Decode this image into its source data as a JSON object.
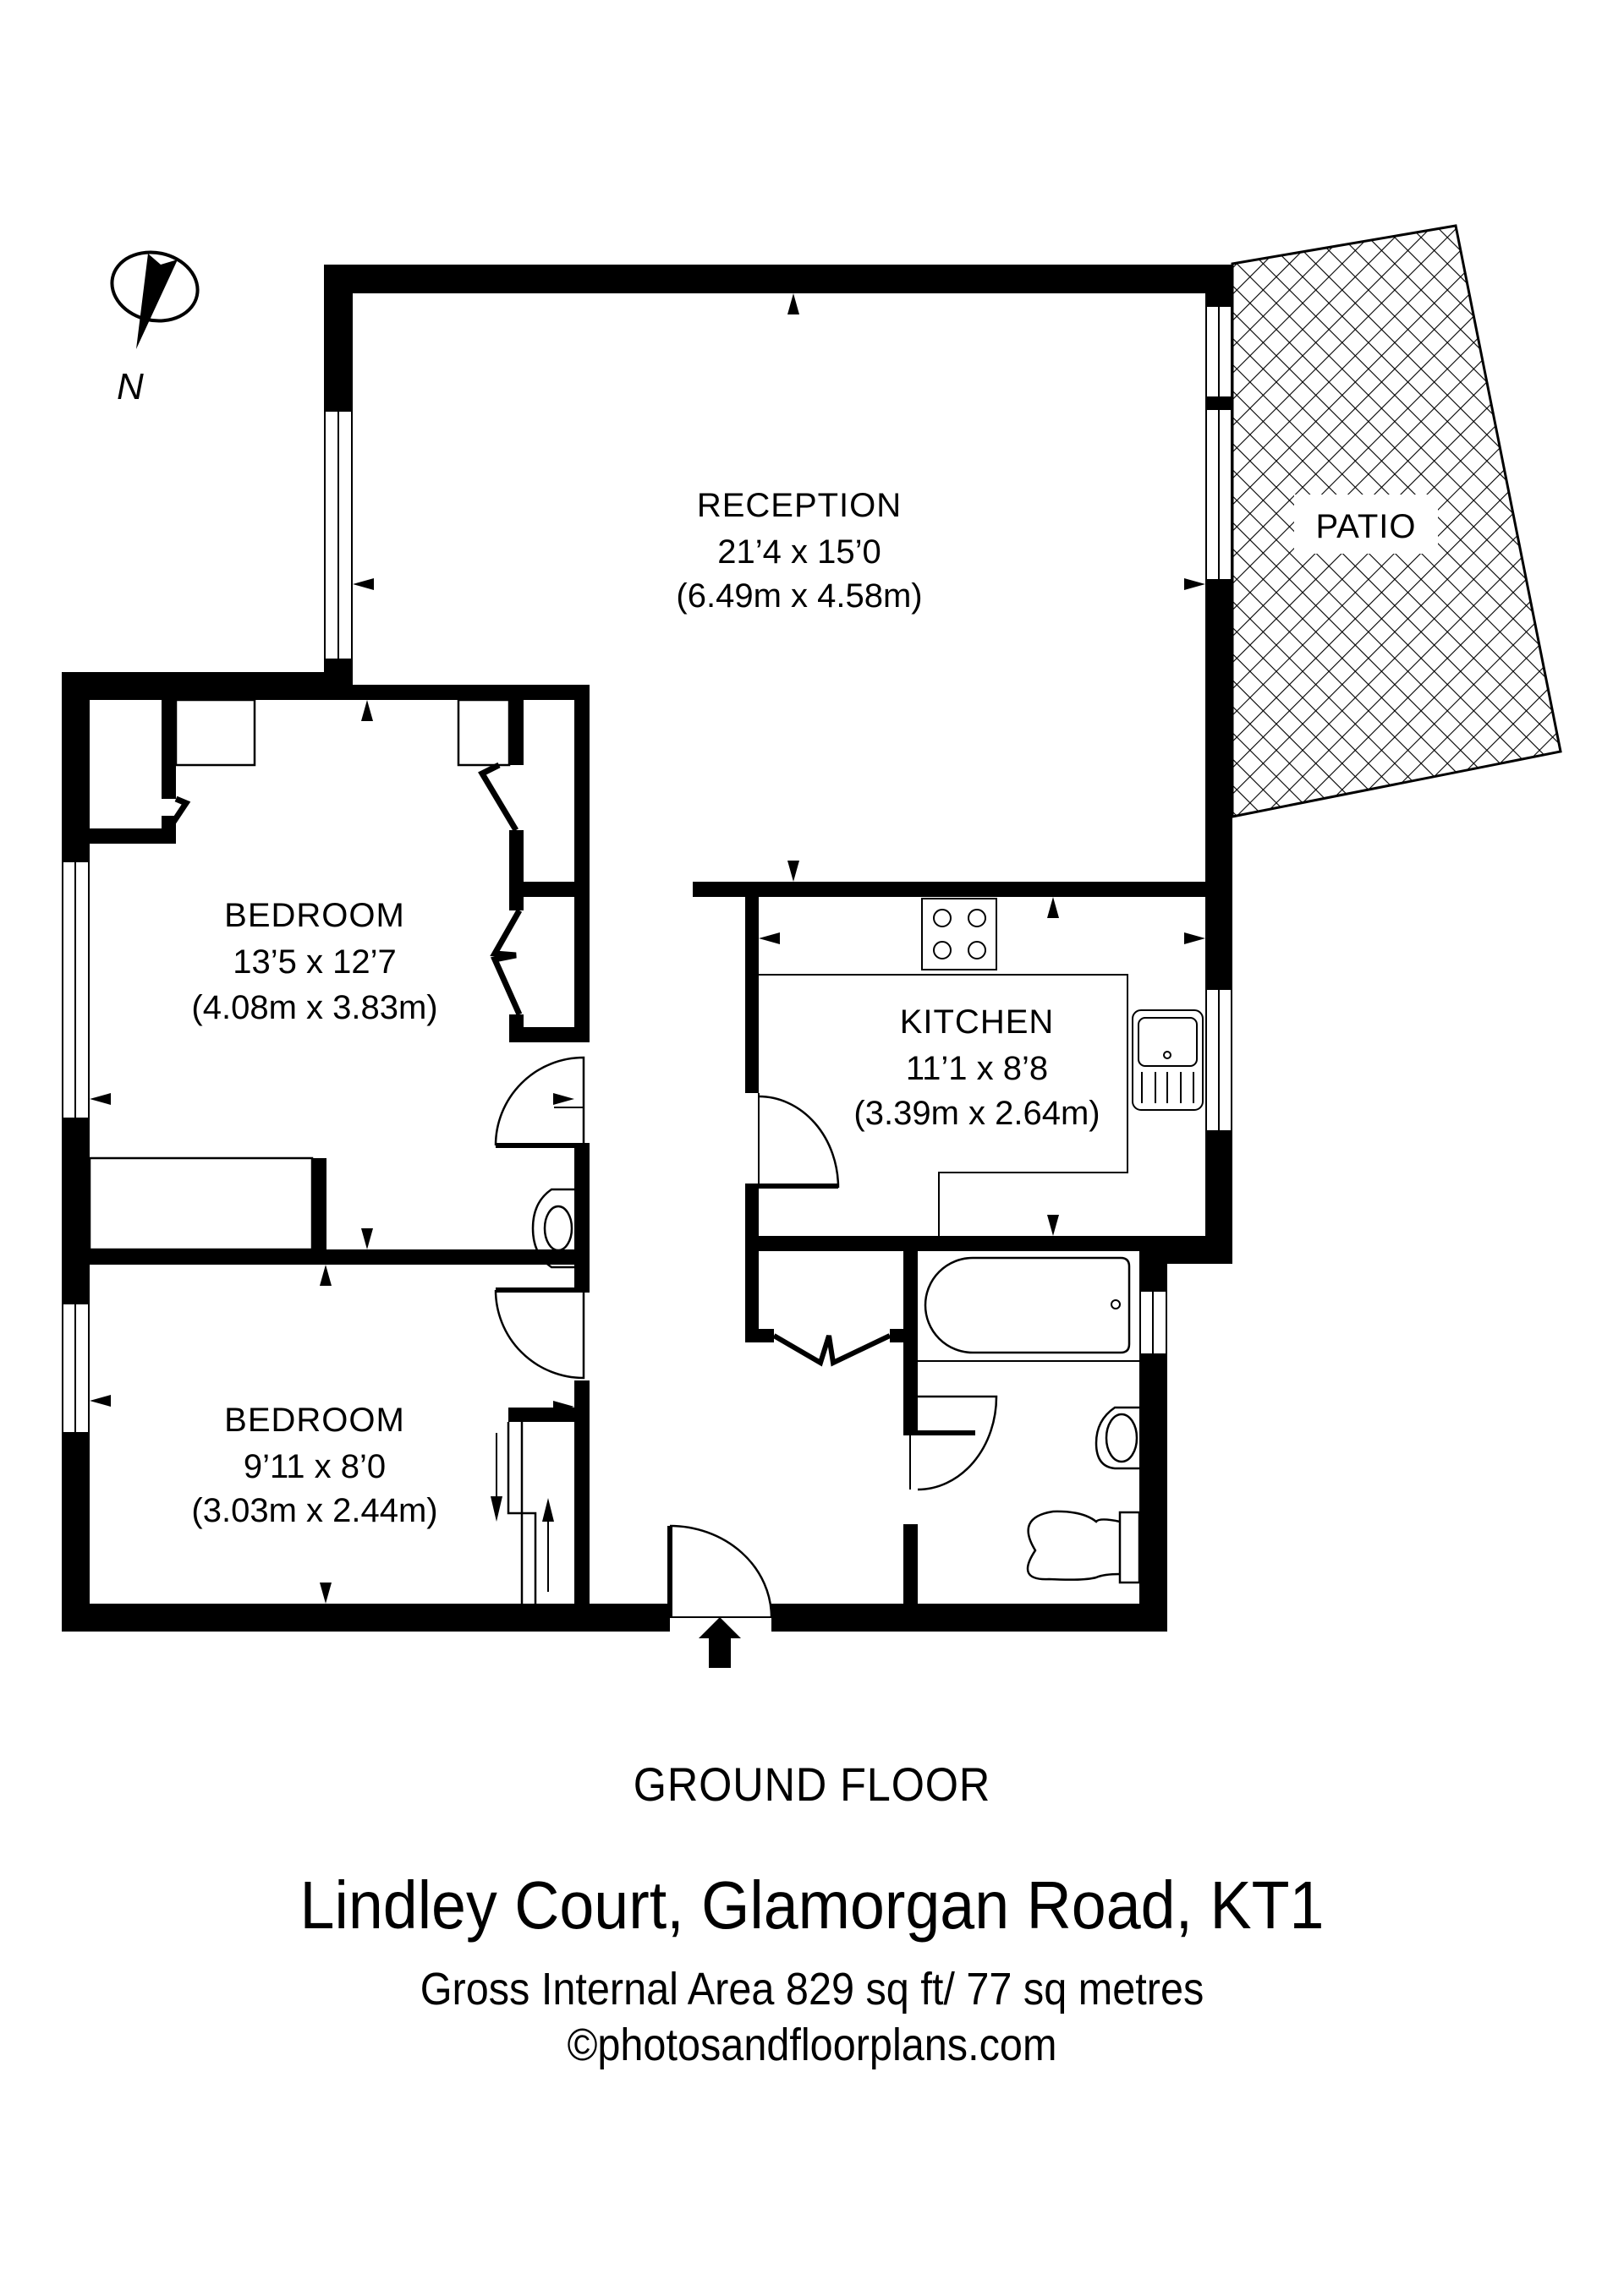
{
  "plan": {
    "compass_label": "N",
    "floor_label": "GROUND FLOOR",
    "rooms": [
      {
        "id": "reception",
        "name": "RECEPTION",
        "imperial": "21’4 x 15’0",
        "metric": "(6.49m x 4.58m)"
      },
      {
        "id": "bedroom-1",
        "name": "BEDROOM",
        "imperial": "13’5 x 12’7",
        "metric": "(4.08m x 3.83m)"
      },
      {
        "id": "kitchen",
        "name": "KITCHEN",
        "imperial": "11’1 x 8’8",
        "metric": "(3.39m x 2.64m)"
      },
      {
        "id": "bedroom-2",
        "name": "BEDROOM",
        "imperial": "9’11 x 8’0",
        "metric": "(3.03m x 2.44m)"
      }
    ],
    "outdoor": {
      "name": "PATIO"
    }
  },
  "footer": {
    "address": "Lindley Court, Glamorgan Road, KT1",
    "area": "Gross Internal Area 829 sq ft/  77 sq metres",
    "copyright": "©photosandfloorplans.com"
  },
  "colors": {
    "wall": "#000000",
    "background": "#ffffff"
  }
}
